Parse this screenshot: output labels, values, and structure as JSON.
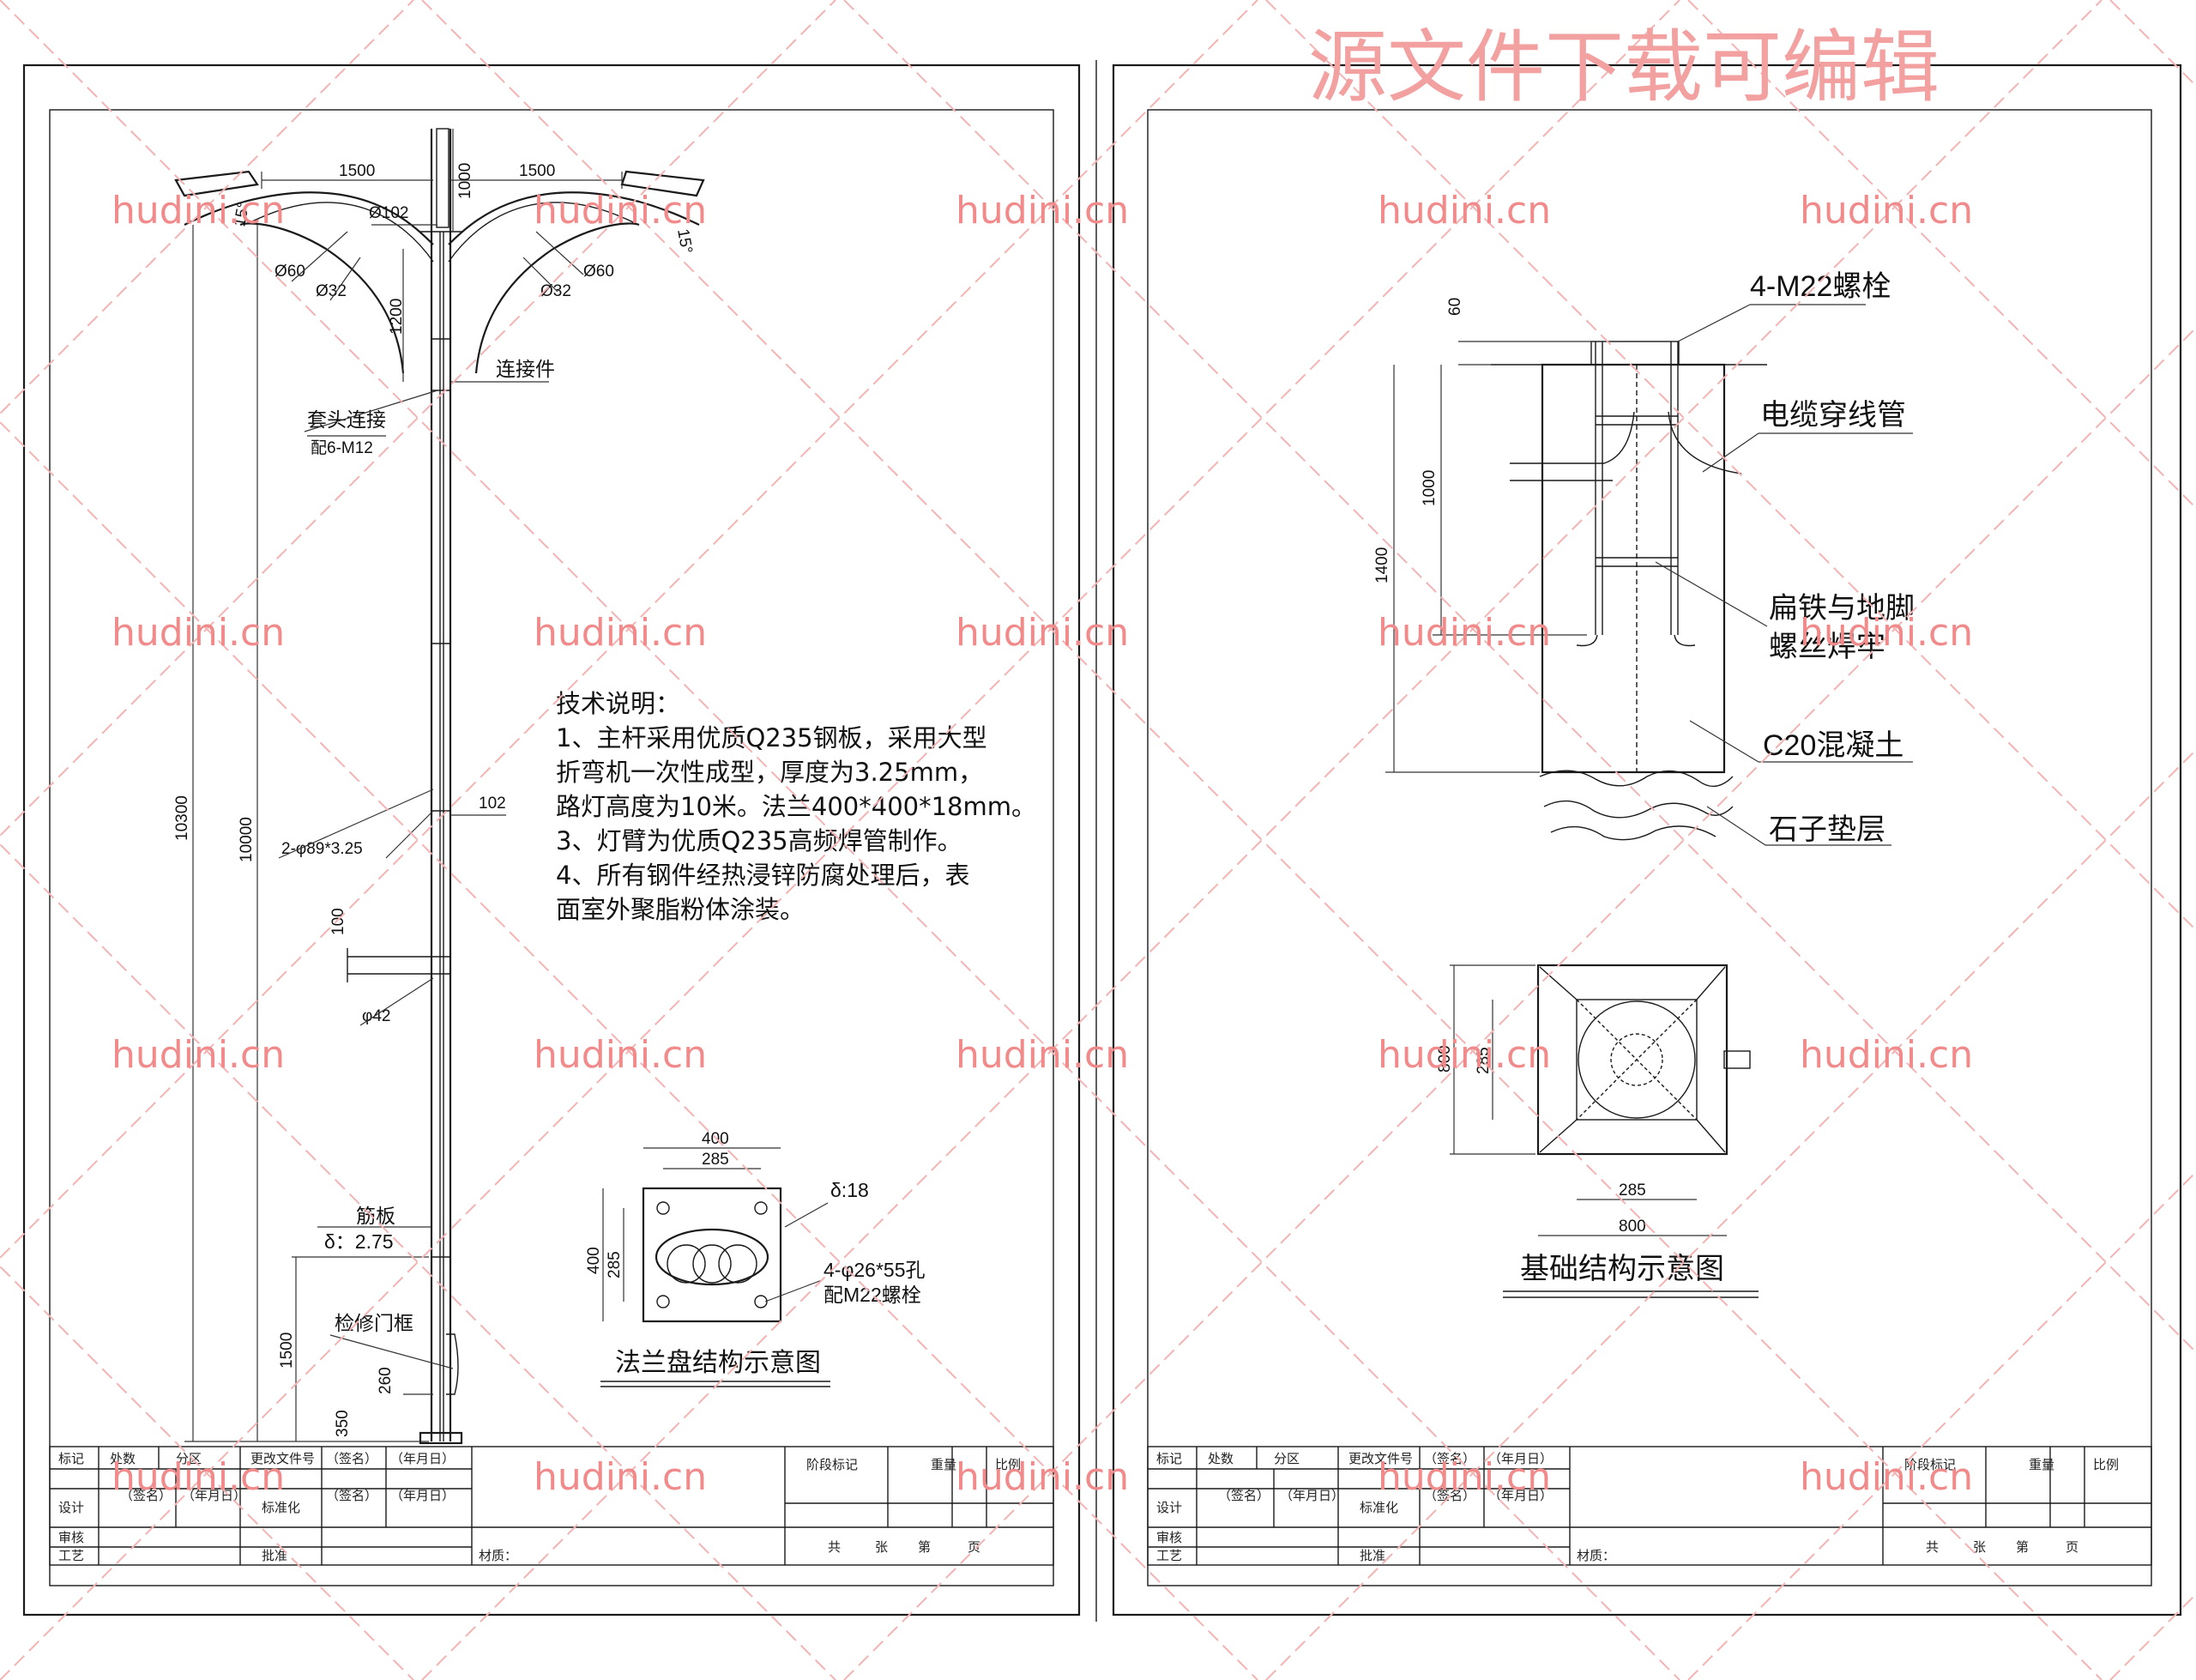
{
  "watermark": {
    "title": "源文件下载可编辑",
    "site": "hudini.cn"
  },
  "left_sheet": {
    "arms": {
      "spread_left": "1500",
      "spread_right": "1500",
      "arm_rise": "1000",
      "top_tube": "Ø102",
      "tilt_left": "15°",
      "tilt_right": "15°",
      "d60_left": "Ø60",
      "d60_right": "Ø60",
      "d32_left": "Ø32",
      "d32_right": "Ø32",
      "arm_height": "1200"
    },
    "labels": {
      "connector": "连接件",
      "sleeve_joint": "套头连接",
      "sleeve_bolts": "配6-M12",
      "total_height": "10300",
      "pole_height": "10000",
      "pipe_spec": "2-φ89*3.25",
      "pipe_dim": "102",
      "gap_100": "100",
      "tube_42": "φ42",
      "stiffener": "筋板",
      "stiffener_thk": "δ：2.75",
      "door_height": "1500",
      "door_frame": "检修门框",
      "door_260": "260",
      "door_350": "350"
    },
    "tech_notes": {
      "title": "技术说明：",
      "lines": [
        "1、主杆采用优质Q235钢板，采用大型",
        "折弯机一次性成型，厚度为3.25mm，",
        "路灯高度为10米。法兰400*400*18mm。",
        "3、灯臂为优质Q235高频焊管制作。",
        "4、所有钢件经热浸锌防腐处理后，表",
        "面室外聚脂粉体涂装。"
      ]
    },
    "flange": {
      "width": "400",
      "bolt_span": "285",
      "height": "400",
      "bolt_span_v": "285",
      "thickness": "δ:18",
      "holes": "4-φ26*55孔",
      "holes_bolts": "配M22螺栓",
      "caption": "法兰盘结构示意图"
    }
  },
  "right_sheet": {
    "section": {
      "anchor_bolts": "4-M22螺栓",
      "cable_pipe": "电缆穿线管",
      "flat_iron_1": "扁铁与地脚",
      "flat_iron_2": "螺丝焊牢",
      "concrete": "C20混凝土",
      "gravel": "石子垫层",
      "dim_60": "60",
      "dim_1000": "1000",
      "dim_1400": "1400"
    },
    "plan": {
      "dim_800_v": "800",
      "dim_285_v": "285",
      "dim_285_h": "285",
      "dim_800_h": "800",
      "caption": "基础结构示意图"
    }
  },
  "title_block": {
    "row1": [
      "标记",
      "处数",
      "分区",
      "更改文件号",
      "（签名）",
      "（年月日）"
    ],
    "row2": [
      "设计",
      "（签名）",
      "（年月日）",
      "标准化",
      "（签名）",
      "（年月日）"
    ],
    "row3": [
      "审核"
    ],
    "row4": [
      "工艺",
      "批准",
      "材质："
    ],
    "stage": [
      "阶段标记",
      "重量",
      "比例"
    ],
    "sheet": [
      "共",
      "张",
      "第",
      "页"
    ]
  }
}
